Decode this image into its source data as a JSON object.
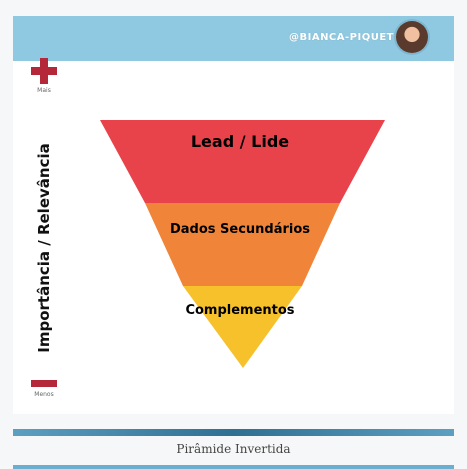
{
  "header": {
    "handle": "@BIANCA-PIQUET",
    "background_color": "#8fc8e1"
  },
  "axis": {
    "label": "Importância / Relevância",
    "top_marker": "Mais",
    "bottom_marker": "Menos",
    "marker_color": "#b5283a"
  },
  "pyramid": {
    "tiers": [
      {
        "label": "Lead / Lide",
        "color": "#e8424a"
      },
      {
        "label": "Dados Secundários",
        "color": "#f0853a"
      },
      {
        "label": "Complementos",
        "color": "#f6c12a"
      }
    ]
  },
  "footer": {
    "caption": "Pirâmide Invertida",
    "bar_color": "#2e6f94"
  }
}
